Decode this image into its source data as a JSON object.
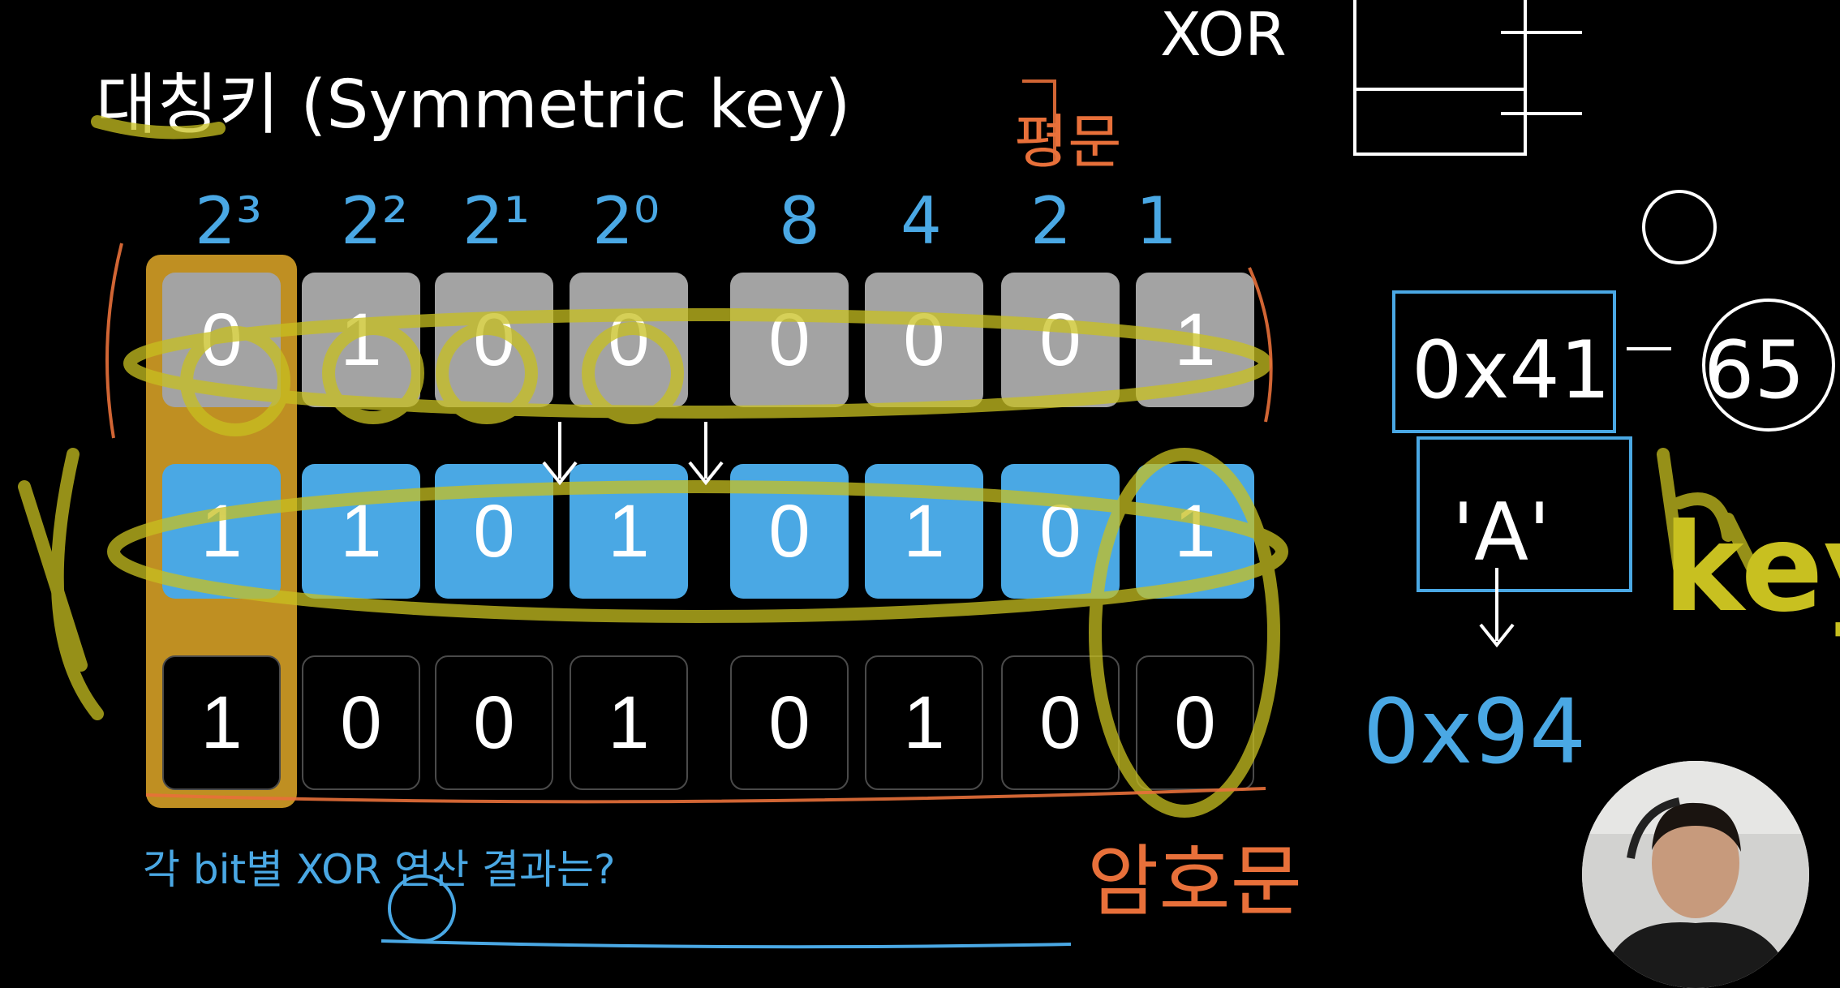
{
  "title": "대칭키 (Symmetric key)",
  "rows": {
    "plaintext": [
      "0",
      "1",
      "0",
      "0",
      "0",
      "0",
      "0",
      "1"
    ],
    "key": [
      "1",
      "1",
      "0",
      "1",
      "0",
      "1",
      "0",
      "1"
    ],
    "result": [
      "1",
      "0",
      "0",
      "1",
      "0",
      "1",
      "0",
      "0"
    ]
  },
  "question": "각 bit별 XOR 연산 결과는?",
  "handwriting": {
    "xor_label": "XOR",
    "plain_label": "평문",
    "cipher_label": "암호문",
    "key_label": "key",
    "hex_plain": "0x41",
    "decimal": "65",
    "char": "'A'",
    "hex_result": "0x94",
    "weights_high": [
      "2³",
      "2²",
      "2¹",
      "2⁰"
    ],
    "weights_low": [
      "8",
      "4",
      "2",
      "1"
    ]
  },
  "colors": {
    "plaintext_cell": "#a3a3a3",
    "key_cell": "#4aa8e4",
    "highlight": "#e0b030",
    "ink_white": "#ffffff",
    "ink_blue": "#4aa8e4",
    "ink_orange": "#e8703a",
    "ink_yellow": "#c8c020"
  }
}
